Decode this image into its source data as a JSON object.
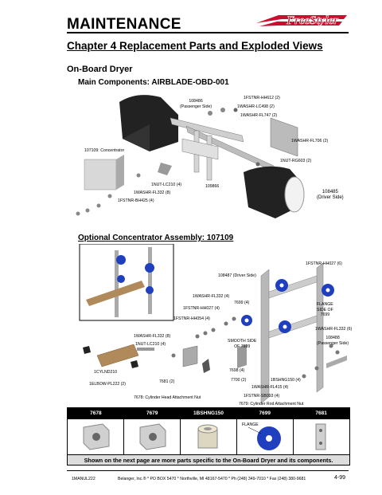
{
  "header": {
    "title": "MAINTENANCE",
    "logo_text": "FreeStyler"
  },
  "chapter_title": "Chapter 4 Replacement Parts and Exploded Views",
  "section_title": "On-Board Dryer",
  "main_components": {
    "heading": "Main Components: AIRBLADE-OBD-001",
    "labels": {
      "l108486": "108486",
      "l108486b": "(Passenger Side)",
      "fstnr_hh612": "1FSTNR-HH612 (2)",
      "washr_lc498": "1WASHR-LC498 (2)",
      "washr_fl747": "1WASHR-FL747 (2)",
      "washr_fl706": "1WASHR-FL706 (2)",
      "concentrator": "107109: Concentrator",
      "nut_rg603": "1NUT-RG603 (2)",
      "nut_lc210": "1NUT-LC210 (4)",
      "washr_fl332": "1WASHR-FL332 (8)",
      "fstnr_bh425": "1FSTNR-BH425 (4)",
      "l109866": "109866",
      "l108485": "108485",
      "l108485b": "(Driver Side)"
    }
  },
  "concentrator_assembly": {
    "heading": "Optional Concentrator Assembly: 107109",
    "labels": {
      "fstnr_hh027_6": "1FSTNR-HH027 (6)",
      "l108487": "108487 (Driver Side)",
      "washr_fl332_4": "1WASHR-FL332 (4)",
      "l7699_4": "7699 (4)",
      "fstnr_hh027_4": "1FSTNR-HH027 (4)",
      "flange_side": "FLANGE",
      "flange_side2": "SIDE OF",
      "flange_side3": "7699",
      "fstnr_hh054": "1FSTNR-HH054 (4)",
      "washr_fl332_6": "1WASHR-FL332 (6)",
      "washr_fl332_8": "1WASHR-FL332 (8)",
      "nut_lc210_4": "1NUT-LC210 (4)",
      "smooth_side": "SMOOTH SIDE",
      "smooth_side2": "OF 7699",
      "l108488": "108488",
      "l108488b": "(Passenger Side)",
      "cylnd210": "1CYLND210",
      "l7698": "7698 (4)",
      "bshng150": "1BSHNG150 (4)",
      "l7700": "7700 (2)",
      "washr_fl415": "1WASHR-FL415 (4)",
      "elbow": "1ELBOW-PL222 (2)",
      "l7681": "7681 (2)",
      "fstnr_sb093": "1FSTNR-SB093 (4)",
      "l7678": "7678: Cylinder Head Attachment Nut",
      "l7679": "7679: Cylinder Rod Attachment Nut"
    }
  },
  "parts_table": {
    "columns": [
      "7678",
      "7679",
      "1BSHNG150",
      "7699",
      "7681"
    ],
    "flange_label": "FLANGE"
  },
  "banner": "Shown on the next page are more parts specific to the On-Board Dryer and its components.",
  "footer": {
    "manual": "1MANUL222",
    "address": "Belanger, Inc.® * PO BOX 5470 * Northville, MI 48167-5470 * Ph (248) 349-7010 * Fax (248) 380-9681",
    "page": "4-99"
  },
  "colors": {
    "accent_red": "#c8102e",
    "flange_blue": "#1f3fbf",
    "banner_gray": "#dddddd"
  }
}
